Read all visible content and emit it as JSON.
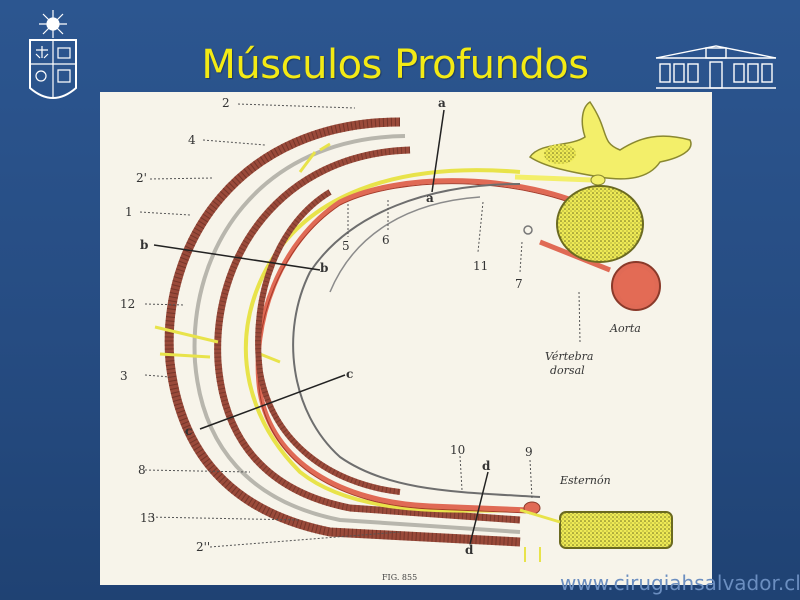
{
  "slide": {
    "title": "Músculos Profundos",
    "footer": "www.cirugiahsalvador.cl"
  },
  "figure": {
    "fig_label": "FIG. 855",
    "labels": {
      "l2": "2",
      "l4": "4",
      "l2p": "2'",
      "l1": "1",
      "lb": "b",
      "l12": "12",
      "l3": "3",
      "lc": "c",
      "l8": "8",
      "l13": "13",
      "l2pp": "2''",
      "la_top": "a",
      "la_mid": "a",
      "lb_in": "b",
      "l5": "5",
      "l6": "6",
      "l11": "11",
      "l7": "7",
      "lc_in": "c",
      "l10": "10",
      "ld_top": "d",
      "ld_bot": "d",
      "l9": "9"
    },
    "vertebra_line1": "Vértebra",
    "vertebra_line2": "dorsal",
    "aorta": "Aorta",
    "esternon": "Esternón"
  },
  "colors": {
    "title": "#f3ea14",
    "background": "#2a5288",
    "muscle": "#9a4a3a",
    "vessel": "#e06a55",
    "nerve": "#e8e34a",
    "bone": "#f3ef6a"
  }
}
